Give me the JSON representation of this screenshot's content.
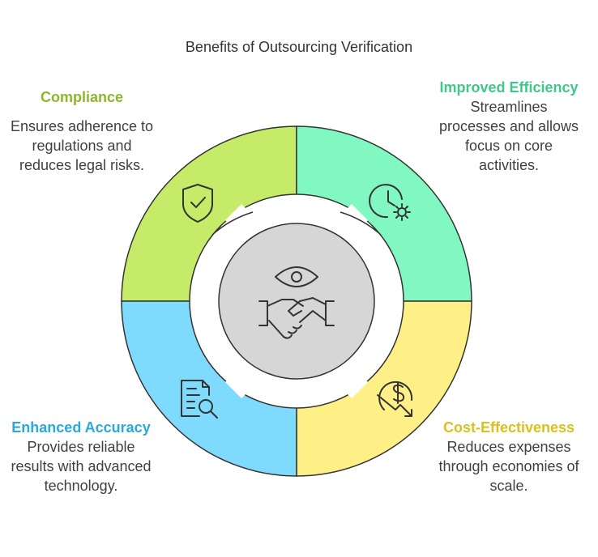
{
  "title": "Benefits of Outsourcing Verification",
  "segments": [
    {
      "id": "compliance",
      "heading": "Compliance",
      "description": "Ensures adherence to regulations and reduces legal risks.",
      "color": "#C5EB68",
      "heading_color": "#8DB62E",
      "icon": "shield-check-icon"
    },
    {
      "id": "efficiency",
      "heading": "Improved Efficiency",
      "description": "Streamlines processes and allows focus on core activities.",
      "color": "#81F8C1",
      "heading_color": "#3FC889",
      "icon": "clock-gear-icon"
    },
    {
      "id": "cost",
      "heading": "Cost-Effectiveness",
      "description": "Reduces expenses through economies of scale.",
      "color": "#FFEF87",
      "heading_color": "#D9C11E",
      "icon": "dollar-down-icon"
    },
    {
      "id": "accuracy",
      "heading": "Enhanced Accuracy",
      "description": "Provides reliable results with advanced technology.",
      "color": "#7FDBFD",
      "heading_color": "#2BA9D6",
      "icon": "document-search-icon"
    }
  ],
  "center": {
    "color": "#D6D6D6",
    "icons": [
      "eye-icon",
      "handshake-icon"
    ]
  }
}
